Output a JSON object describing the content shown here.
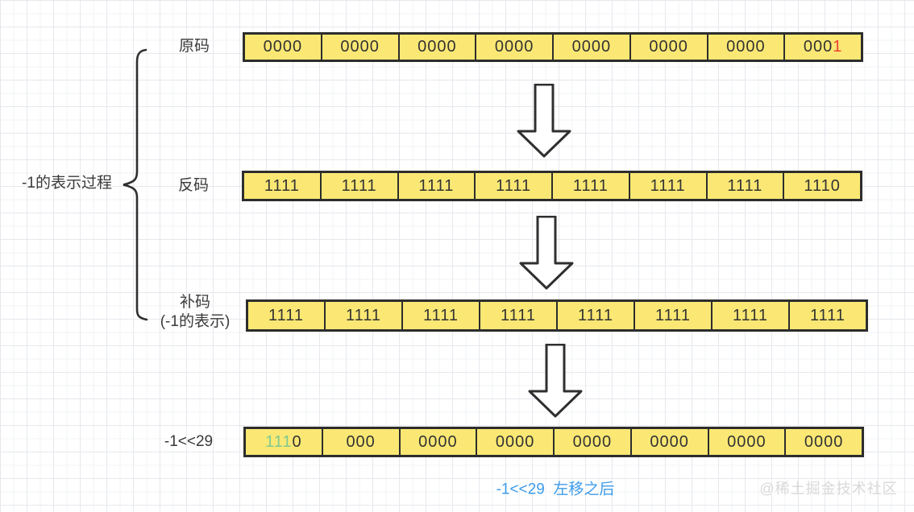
{
  "title": "-1的表示过程",
  "rows": [
    {
      "label_lines": [
        "原码"
      ],
      "cells": [
        [
          {
            "t": "0000"
          }
        ],
        [
          {
            "t": "0000"
          }
        ],
        [
          {
            "t": "0000"
          }
        ],
        [
          {
            "t": "0000"
          }
        ],
        [
          {
            "t": "0000"
          }
        ],
        [
          {
            "t": "0000"
          }
        ],
        [
          {
            "t": "0000"
          }
        ],
        [
          {
            "t": "000"
          },
          {
            "t": "1",
            "c": "red"
          }
        ]
      ]
    },
    {
      "label_lines": [
        "反码"
      ],
      "cells": [
        [
          {
            "t": "1111"
          }
        ],
        [
          {
            "t": "1111"
          }
        ],
        [
          {
            "t": "1111"
          }
        ],
        [
          {
            "t": "1111"
          }
        ],
        [
          {
            "t": "1111"
          }
        ],
        [
          {
            "t": "1111"
          }
        ],
        [
          {
            "t": "1111"
          }
        ],
        [
          {
            "t": "1110"
          }
        ]
      ]
    },
    {
      "label_lines": [
        "补码",
        "(-1的表示)"
      ],
      "cells": [
        [
          {
            "t": "1111"
          }
        ],
        [
          {
            "t": "1111"
          }
        ],
        [
          {
            "t": "1111"
          }
        ],
        [
          {
            "t": "1111"
          }
        ],
        [
          {
            "t": "1111"
          }
        ],
        [
          {
            "t": "1111"
          }
        ],
        [
          {
            "t": "1111"
          }
        ],
        [
          {
            "t": "1111"
          }
        ]
      ]
    },
    {
      "label_lines": [
        "-1<<29"
      ],
      "cells": [
        [
          {
            "t": "111",
            "c": "green"
          },
          {
            "t": "0"
          }
        ],
        [
          {
            "t": "000"
          }
        ],
        [
          {
            "t": "0000"
          }
        ],
        [
          {
            "t": "0000"
          }
        ],
        [
          {
            "t": "0000"
          }
        ],
        [
          {
            "t": "0000"
          }
        ],
        [
          {
            "t": "0000"
          }
        ],
        [
          {
            "t": "0000"
          }
        ]
      ]
    }
  ],
  "caption": "-1<<29  左移之后",
  "watermark": "@稀土掘金技术社区",
  "colors": {
    "cell_fill": "#fbe874",
    "cell_border": "#2d2d2d",
    "text": "#333333",
    "red": "#f04134",
    "green": "#7ec98f",
    "blue": "#3d9be9",
    "watermark": "#d9d9d9"
  }
}
